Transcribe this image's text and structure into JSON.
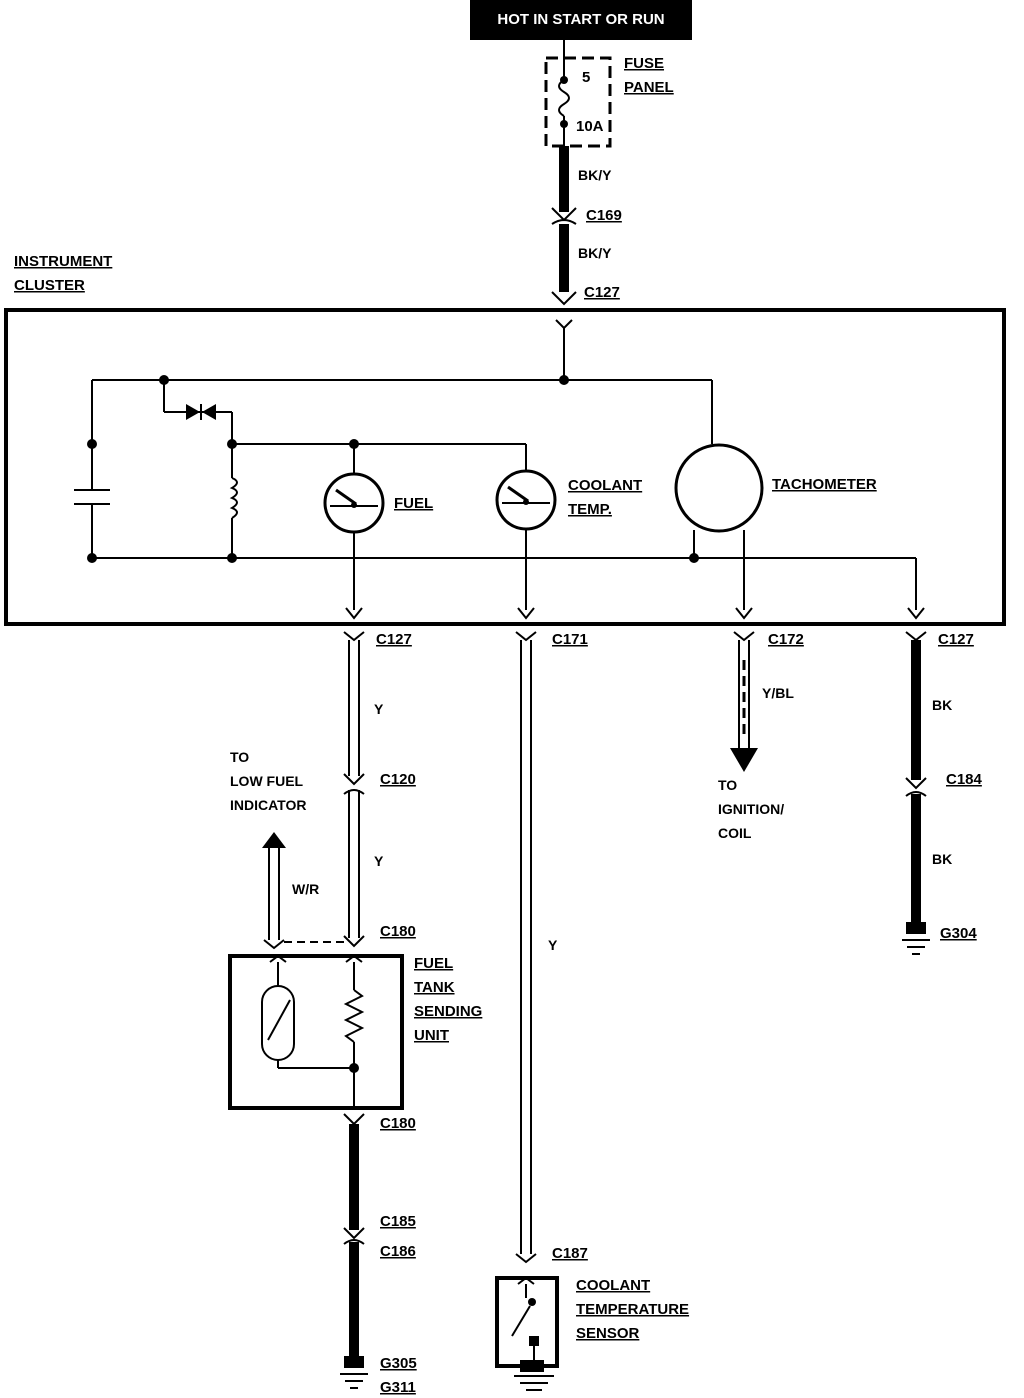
{
  "power_label": "HOT IN START OR RUN",
  "fuse": {
    "number": "5",
    "rating": "10A",
    "panel_line1": "FUSE",
    "panel_line2": "PANEL"
  },
  "cluster": {
    "line1": "INSTRUMENT",
    "line2": "CLUSTER"
  },
  "gauges": {
    "fuel": "FUEL",
    "coolant_line1": "COOLANT",
    "coolant_line2": "TEMP.",
    "tachometer": "TACHOMETER"
  },
  "connectors": {
    "c169": "C169",
    "c127_top": "C127",
    "c127_fuel": "C127",
    "c171": "C171",
    "c172": "C172",
    "c127_right": "C127",
    "c120": "C120",
    "c184": "C184",
    "c180_top": "C180",
    "c180_bottom": "C180",
    "c185": "C185",
    "c186": "C186",
    "c187": "C187"
  },
  "wire_colors": {
    "bky_1": "BK/Y",
    "bky_2": "BK/Y",
    "y_1": "Y",
    "y_2": "Y",
    "y_3": "Y",
    "ybl": "Y/BL",
    "bk_1": "BK",
    "bk_2": "BK",
    "wr": "W/R"
  },
  "low_fuel": {
    "line1": "TO",
    "line2": "LOW FUEL",
    "line3": "INDICATOR"
  },
  "ignition": {
    "line1": "TO",
    "line2": "IGNITION/",
    "line3": "COIL"
  },
  "sending_unit": {
    "line1": "FUEL",
    "line2": "TANK",
    "line3": "SENDING",
    "line4": "UNIT"
  },
  "coolant_sensor": {
    "line1": "COOLANT",
    "line2": "TEMPERATURE",
    "line3": "SENSOR"
  },
  "grounds": {
    "g304": "G304",
    "g305": "G305",
    "g311": "G311"
  }
}
